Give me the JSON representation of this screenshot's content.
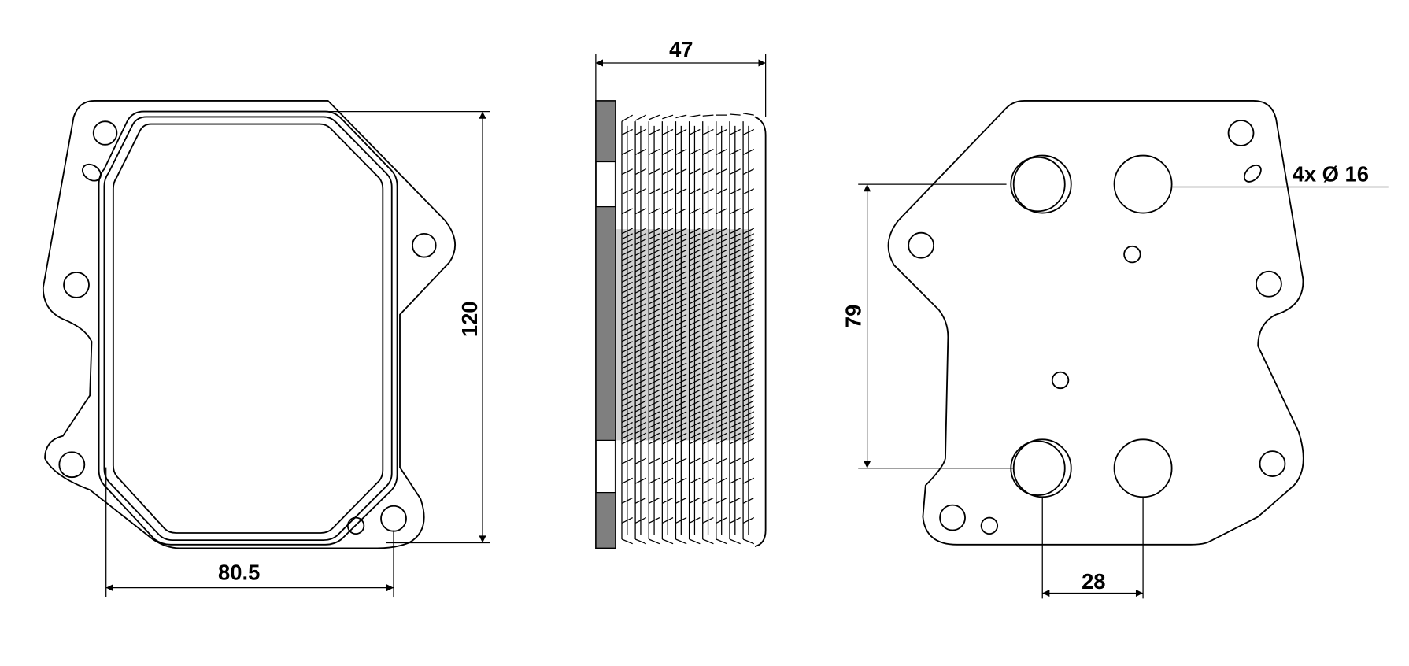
{
  "dimensions": {
    "width_label": "80.5",
    "height_label": "120",
    "depth_label": "47",
    "port_vertical_spacing_label": "79",
    "port_horizontal_spacing_label": "28",
    "port_diameter_label": "4x Ø 16"
  },
  "colors": {
    "line": "#000000",
    "plate_fill": "#7f7f7f",
    "background": "#ffffff"
  }
}
